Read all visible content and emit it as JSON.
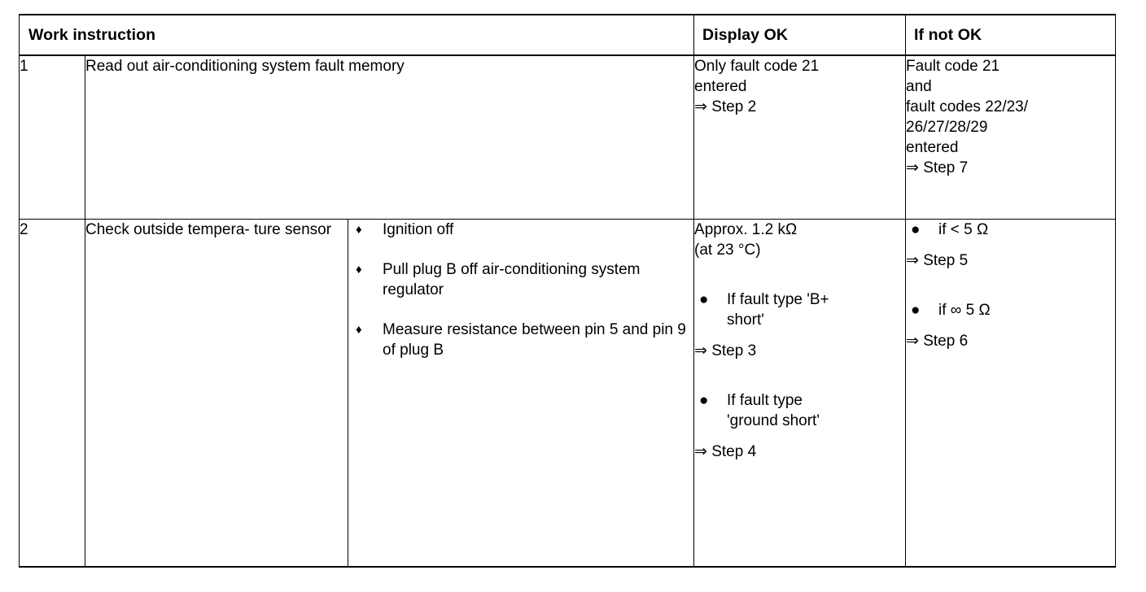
{
  "document": {
    "type": "diagnostic-procedure-table",
    "columns": [
      {
        "key": "step",
        "label": ""
      },
      {
        "key": "work",
        "label": "Work instruction"
      },
      {
        "key": "detail",
        "label": ""
      },
      {
        "key": "ok",
        "label": "Display OK"
      },
      {
        "key": "notok",
        "label": "If not OK"
      }
    ],
    "header": {
      "work_instruction": "Work instruction",
      "display_ok": "Display OK",
      "if_not_ok": "If not OK"
    },
    "symbols": {
      "diamond_bullet": "♦",
      "round_bullet": "●",
      "implies_arrow": "⇒",
      "ohm": "Ω",
      "infinity": "∞",
      "degree_celsius": "°C"
    },
    "rows": [
      {
        "step": "1",
        "work": "Read out air-conditioning system fault memory",
        "details": [],
        "ok": {
          "lines": [
            "Only fault code 21",
            "entered"
          ],
          "result": "⇒ Step 2"
        },
        "notok": {
          "lines": [
            "Fault code 21",
            "and",
            "fault codes 22/23/",
            "26/27/28/29",
            "entered"
          ],
          "result": "⇒ Step 7"
        }
      },
      {
        "step": "2",
        "work": "Check outside tempera-\nture sensor",
        "details": [
          "Ignition off",
          "Pull plug B off air-conditioning\nsystem regulator",
          "Measure resistance between\npin 5 and pin 9 of plug B"
        ],
        "ok": {
          "value_lines": [
            "Approx. 1.2 kΩ",
            "(at 23 °C)"
          ],
          "conditions": [
            {
              "bullet": "●",
              "text": "If fault type 'B+\nshort'",
              "result": "⇒ Step 3"
            },
            {
              "bullet": "●",
              "text": "If fault type\n'ground short'",
              "result": "⇒ Step 4"
            }
          ]
        },
        "notok": {
          "conditions": [
            {
              "bullet": "●",
              "text": "if < 5 Ω",
              "result": "⇒ Step 5"
            },
            {
              "bullet": "●",
              "text": "if ∞ 5 Ω",
              "result": "⇒ Step 6"
            }
          ]
        }
      }
    ]
  }
}
